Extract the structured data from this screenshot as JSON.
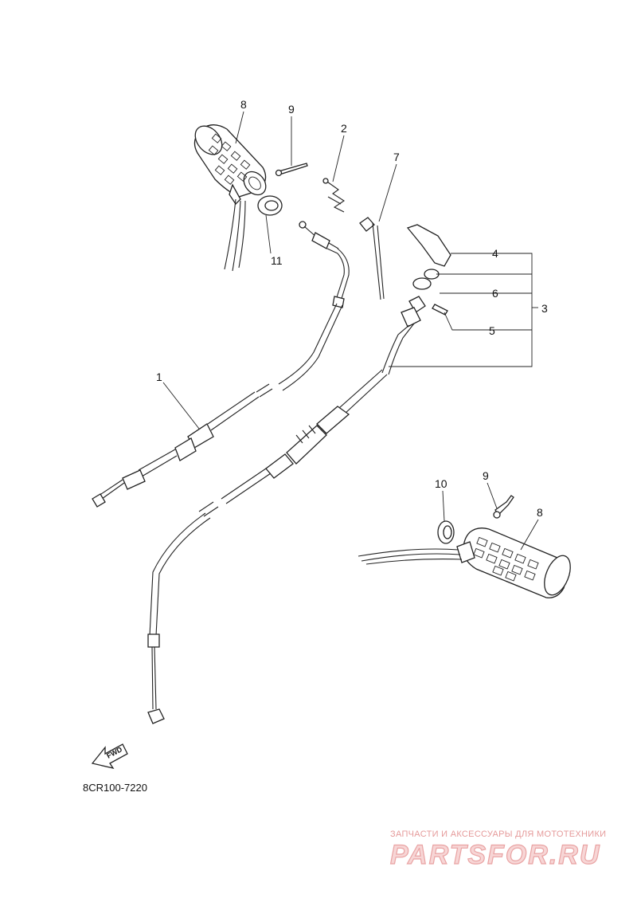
{
  "diagram": {
    "drawing_code": "8CR100-7220",
    "fwd_label": "FWD",
    "callouts": {
      "c1": "1",
      "c2": "2",
      "c3": "3",
      "c4": "4",
      "c5": "5",
      "c6": "6",
      "c7": "7",
      "c8_left": "8",
      "c8_right": "8",
      "c9_left": "9",
      "c9_right": "9",
      "c10": "10",
      "c11": "11"
    }
  },
  "watermark": {
    "subtitle": "ЗАПЧАСТИ И АКСЕССУАРЫ ДЛЯ МОТОТЕХНИКИ",
    "brand": "PARTSFOR.RU"
  }
}
